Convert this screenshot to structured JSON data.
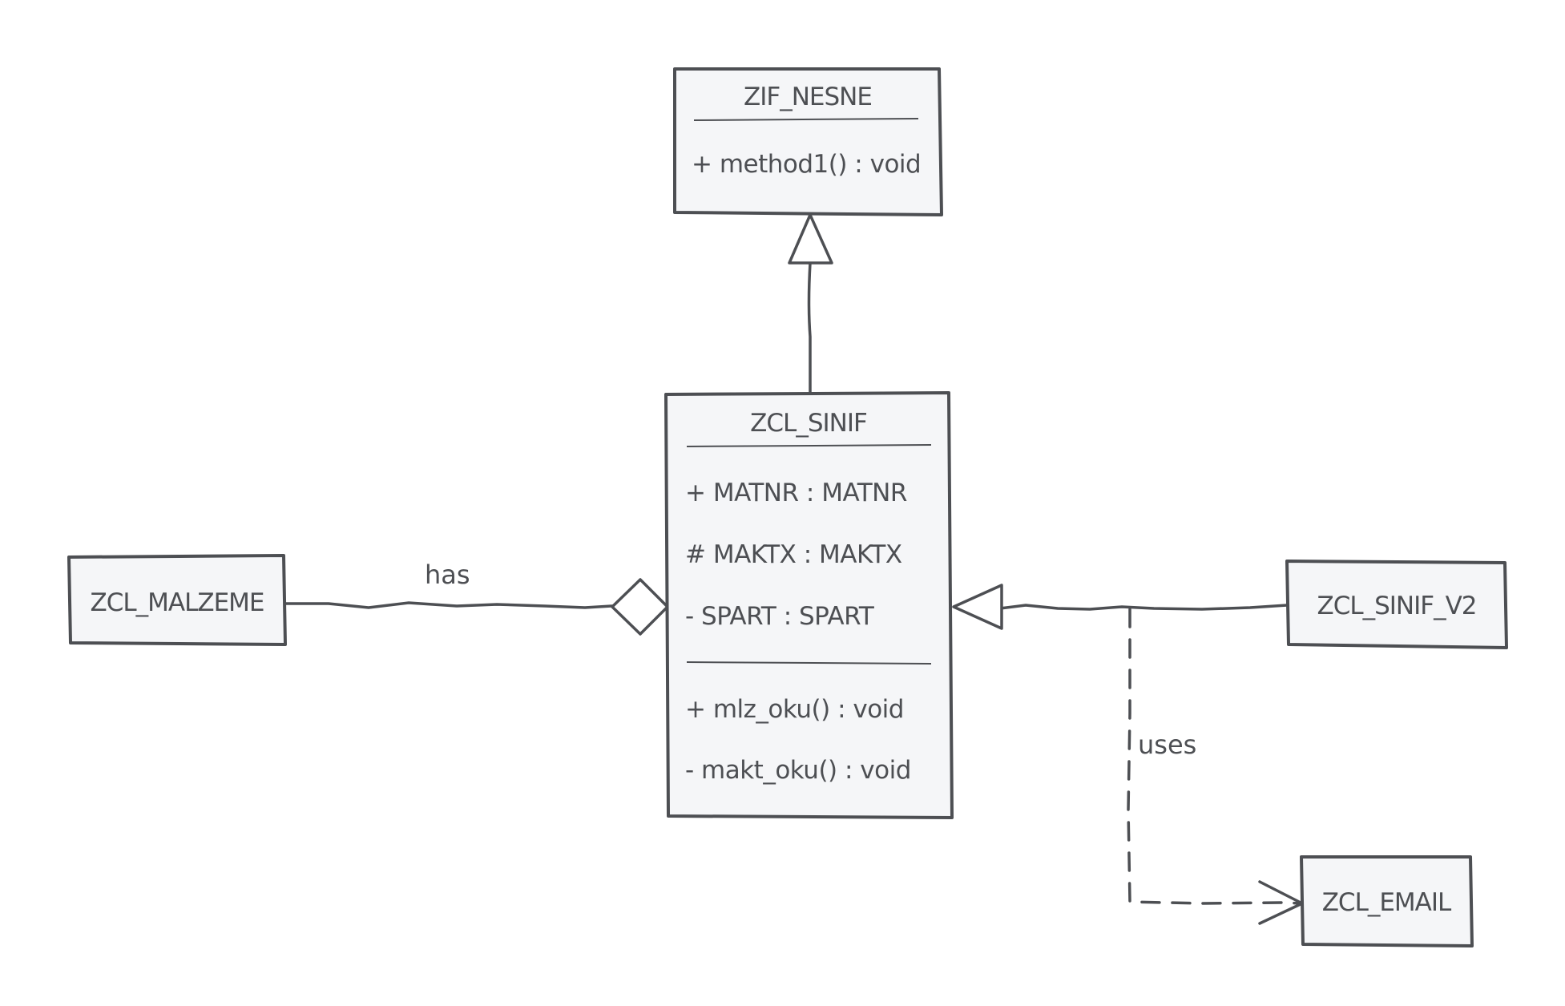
{
  "classes": {
    "zif_nesne": {
      "name": "ZIF_NESNE",
      "methods": [
        "+ method1() : void"
      ]
    },
    "zcl_sinif": {
      "name": "ZCL_SINIF",
      "attributes": [
        "+ MATNR : MATNR",
        "# MAKTX : MAKTX",
        "- SPART : SPART"
      ],
      "methods": [
        "+ mlz_oku() : void",
        "- makt_oku() : void"
      ]
    },
    "zcl_malzeme": {
      "name": "ZCL_MALZEME"
    },
    "zcl_sinif_v2": {
      "name": "ZCL_SINIF_V2"
    },
    "zcl_email": {
      "name": "ZCL_EMAIL"
    }
  },
  "relations": {
    "has": {
      "label": "has"
    },
    "uses": {
      "label": "uses"
    }
  },
  "colors": {
    "stroke": "#4d4f53",
    "fill": "#f5f6f8"
  }
}
